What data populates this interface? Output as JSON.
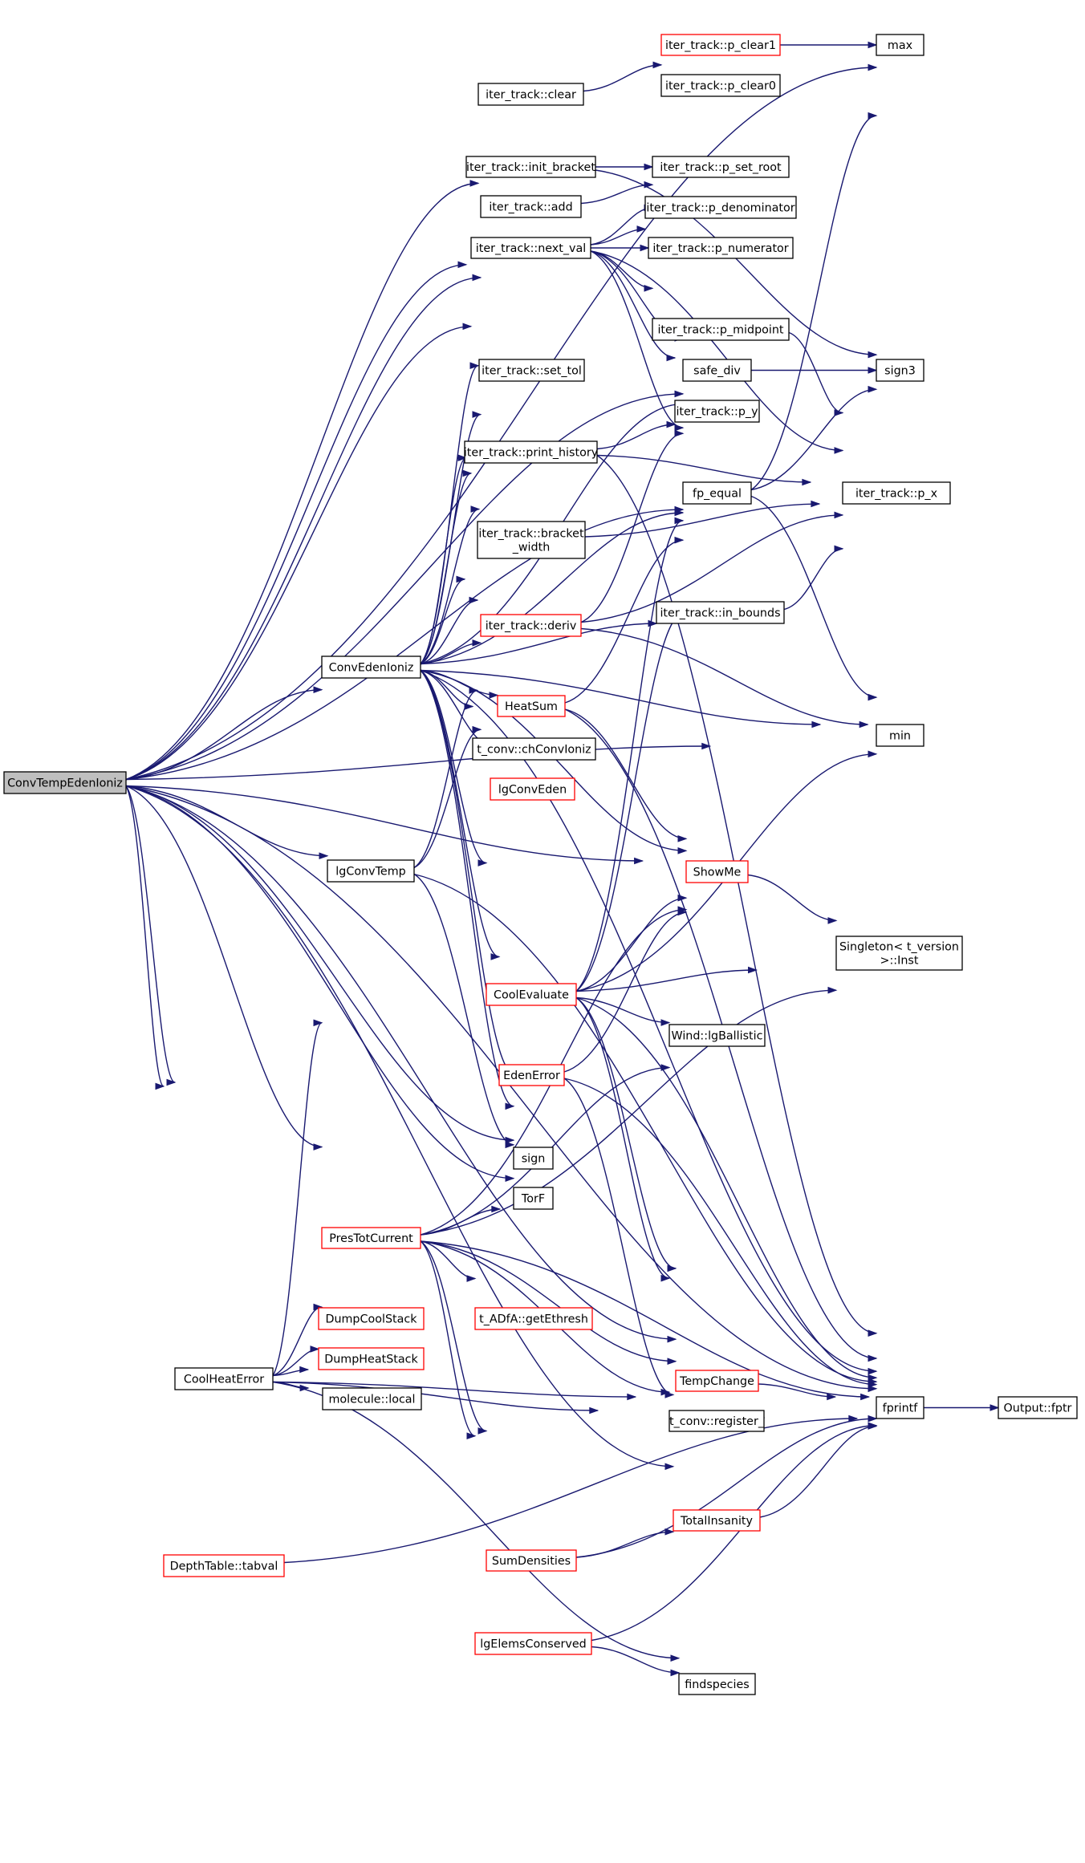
{
  "nodes": [
    {
      "id": "root",
      "label": "ConvTempEdenIoniz",
      "border": "black",
      "fill": "#bfbfbf"
    },
    {
      "id": "ConvEdenIoniz",
      "label": "ConvEdenIoniz",
      "border": "black",
      "fill": "#ffffff"
    },
    {
      "id": "lgConvTemp",
      "label": "lgConvTemp",
      "border": "black",
      "fill": "#ffffff"
    },
    {
      "id": "CoolHeatError",
      "label": "CoolHeatError",
      "border": "black",
      "fill": "#ffffff"
    },
    {
      "id": "PresTotCurrent",
      "label": "PresTotCurrent",
      "border": "red",
      "fill": "#ffffff"
    },
    {
      "id": "DepthTable_tabval",
      "label": "DepthTable::tabval",
      "border": "red",
      "fill": "#ffffff"
    },
    {
      "id": "iter_clear",
      "label": "iter_track::clear",
      "border": "black",
      "fill": "#ffffff"
    },
    {
      "id": "iter_init_bracket",
      "label": "iter_track::init_bracket",
      "border": "black",
      "fill": "#ffffff"
    },
    {
      "id": "iter_add",
      "label": "iter_track::add",
      "border": "black",
      "fill": "#ffffff"
    },
    {
      "id": "iter_next_val",
      "label": "iter_track::next_val",
      "border": "black",
      "fill": "#ffffff"
    },
    {
      "id": "iter_set_tol",
      "label": "iter_track::set_tol",
      "border": "black",
      "fill": "#ffffff"
    },
    {
      "id": "iter_print_history",
      "label": "iter_track::print_history",
      "border": "black",
      "fill": "#ffffff"
    },
    {
      "id": "iter_bracket_width",
      "label": "iter_track::bracket\n_width",
      "border": "black",
      "fill": "#ffffff"
    },
    {
      "id": "iter_deriv",
      "label": "iter_track::deriv",
      "border": "red",
      "fill": "#ffffff"
    },
    {
      "id": "HeatSum",
      "label": "HeatSum",
      "border": "red",
      "fill": "#ffffff"
    },
    {
      "id": "t_conv_chConvIoniz",
      "label": "t_conv::chConvIoniz",
      "border": "black",
      "fill": "#ffffff"
    },
    {
      "id": "lgConvEden",
      "label": "lgConvEden",
      "border": "red",
      "fill": "#ffffff"
    },
    {
      "id": "CoolEvaluate",
      "label": "CoolEvaluate",
      "border": "red",
      "fill": "#ffffff"
    },
    {
      "id": "EdenError",
      "label": "EdenError",
      "border": "red",
      "fill": "#ffffff"
    },
    {
      "id": "sign",
      "label": "sign",
      "border": "black",
      "fill": "#ffffff"
    },
    {
      "id": "TorF",
      "label": "TorF",
      "border": "black",
      "fill": "#ffffff"
    },
    {
      "id": "t_ADfA_getEthresh",
      "label": "t_ADfA::getEthresh",
      "border": "red",
      "fill": "#ffffff"
    },
    {
      "id": "SumDensities",
      "label": "SumDensities",
      "border": "red",
      "fill": "#ffffff"
    },
    {
      "id": "lgElemsConserved",
      "label": "lgElemsConserved",
      "border": "red",
      "fill": "#ffffff"
    },
    {
      "id": "DumpCoolStack",
      "label": "DumpCoolStack",
      "border": "red",
      "fill": "#ffffff"
    },
    {
      "id": "DumpHeatStack",
      "label": "DumpHeatStack",
      "border": "red",
      "fill": "#ffffff"
    },
    {
      "id": "molecule_local",
      "label": "molecule::local",
      "border": "black",
      "fill": "#ffffff"
    },
    {
      "id": "iter_p_clear1",
      "label": "iter_track::p_clear1",
      "border": "red",
      "fill": "#ffffff"
    },
    {
      "id": "iter_p_clear0",
      "label": "iter_track::p_clear0",
      "border": "black",
      "fill": "#ffffff"
    },
    {
      "id": "iter_p_set_root",
      "label": "iter_track::p_set_root",
      "border": "black",
      "fill": "#ffffff"
    },
    {
      "id": "iter_p_denominator",
      "label": "iter_track::p_denominator",
      "border": "black",
      "fill": "#ffffff"
    },
    {
      "id": "iter_p_numerator",
      "label": "iter_track::p_numerator",
      "border": "black",
      "fill": "#ffffff"
    },
    {
      "id": "iter_p_midpoint",
      "label": "iter_track::p_midpoint",
      "border": "black",
      "fill": "#ffffff"
    },
    {
      "id": "safe_div",
      "label": "safe_div",
      "border": "black",
      "fill": "#ffffff"
    },
    {
      "id": "iter_p_y",
      "label": "iter_track::p_y",
      "border": "black",
      "fill": "#ffffff"
    },
    {
      "id": "fp_equal",
      "label": "fp_equal",
      "border": "black",
      "fill": "#ffffff"
    },
    {
      "id": "iter_in_bounds",
      "label": "iter_track::in_bounds",
      "border": "black",
      "fill": "#ffffff"
    },
    {
      "id": "ShowMe",
      "label": "ShowMe",
      "border": "red",
      "fill": "#ffffff"
    },
    {
      "id": "Wind_lgBallistic",
      "label": "Wind::lgBallistic",
      "border": "black",
      "fill": "#ffffff"
    },
    {
      "id": "TempChange",
      "label": "TempChange",
      "border": "red",
      "fill": "#ffffff"
    },
    {
      "id": "t_conv_register",
      "label": "t_conv::register_",
      "border": "black",
      "fill": "#ffffff"
    },
    {
      "id": "TotalInsanity",
      "label": "TotalInsanity",
      "border": "red",
      "fill": "#ffffff"
    },
    {
      "id": "findspecies",
      "label": "findspecies",
      "border": "black",
      "fill": "#ffffff"
    },
    {
      "id": "max",
      "label": "max",
      "border": "black",
      "fill": "#ffffff"
    },
    {
      "id": "sign3",
      "label": "sign3",
      "border": "black",
      "fill": "#ffffff"
    },
    {
      "id": "iter_p_x",
      "label": "iter_track::p_x",
      "border": "black",
      "fill": "#ffffff"
    },
    {
      "id": "min",
      "label": "min",
      "border": "black",
      "fill": "#ffffff"
    },
    {
      "id": "Singleton_Inst",
      "label": "Singleton< t_version\n>::Inst",
      "border": "black",
      "fill": "#ffffff"
    },
    {
      "id": "fprintf",
      "label": "fprintf",
      "border": "black",
      "fill": "#ffffff"
    },
    {
      "id": "Output_fptr",
      "label": "Output::fptr",
      "border": "black",
      "fill": "#ffffff"
    }
  ],
  "edges": [
    [
      "root",
      "max"
    ],
    [
      "root",
      "iter_clear"
    ],
    [
      "root",
      "iter_init_bracket"
    ],
    [
      "root",
      "iter_add"
    ],
    [
      "root",
      "iter_next_val"
    ],
    [
      "root",
      "safe_div"
    ],
    [
      "root",
      "fp_equal"
    ],
    [
      "root",
      "ConvEdenIoniz"
    ],
    [
      "root",
      "min"
    ],
    [
      "root",
      "lgConvTemp"
    ],
    [
      "root",
      "ShowMe"
    ],
    [
      "root",
      "sign"
    ],
    [
      "root",
      "TorF"
    ],
    [
      "root",
      "PresTotCurrent"
    ],
    [
      "root",
      "TempChange"
    ],
    [
      "root",
      "CoolHeatError"
    ],
    [
      "root",
      "TotalInsanity"
    ],
    [
      "root",
      "fprintf"
    ],
    [
      "root",
      "DepthTable_tabval"
    ],
    [
      "ConvEdenIoniz",
      "iter_clear"
    ],
    [
      "ConvEdenIoniz",
      "iter_init_bracket"
    ],
    [
      "ConvEdenIoniz",
      "iter_add"
    ],
    [
      "ConvEdenIoniz",
      "iter_next_val"
    ],
    [
      "ConvEdenIoniz",
      "iter_set_tol"
    ],
    [
      "ConvEdenIoniz",
      "safe_div"
    ],
    [
      "ConvEdenIoniz",
      "iter_print_history"
    ],
    [
      "ConvEdenIoniz",
      "fp_equal"
    ],
    [
      "ConvEdenIoniz",
      "iter_bracket_width"
    ],
    [
      "ConvEdenIoniz",
      "iter_in_bounds"
    ],
    [
      "ConvEdenIoniz",
      "iter_deriv"
    ],
    [
      "ConvEdenIoniz",
      "HeatSum"
    ],
    [
      "ConvEdenIoniz",
      "min"
    ],
    [
      "ConvEdenIoniz",
      "t_conv_chConvIoniz"
    ],
    [
      "ConvEdenIoniz",
      "lgConvEden"
    ],
    [
      "ConvEdenIoniz",
      "ShowMe"
    ],
    [
      "ConvEdenIoniz",
      "CoolEvaluate"
    ],
    [
      "ConvEdenIoniz",
      "EdenError"
    ],
    [
      "ConvEdenIoniz",
      "sign"
    ],
    [
      "ConvEdenIoniz",
      "TorF"
    ],
    [
      "ConvEdenIoniz",
      "fprintf"
    ],
    [
      "lgConvTemp",
      "iter_bracket_width"
    ],
    [
      "lgConvTemp",
      "iter_deriv"
    ],
    [
      "lgConvTemp",
      "TorF"
    ],
    [
      "lgConvTemp",
      "fprintf"
    ],
    [
      "CoolHeatError",
      "ConvEdenIoniz"
    ],
    [
      "CoolHeatError",
      "PresTotCurrent"
    ],
    [
      "CoolHeatError",
      "DumpCoolStack"
    ],
    [
      "CoolHeatError",
      "DumpHeatStack"
    ],
    [
      "CoolHeatError",
      "molecule_local"
    ],
    [
      "CoolHeatError",
      "TempChange"
    ],
    [
      "CoolHeatError",
      "t_conv_register"
    ],
    [
      "CoolHeatError",
      "findspecies"
    ],
    [
      "CoolHeatError",
      "fprintf"
    ],
    [
      "PresTotCurrent",
      "TorF"
    ],
    [
      "PresTotCurrent",
      "Wind_lgBallistic"
    ],
    [
      "PresTotCurrent",
      "Singleton_Inst"
    ],
    [
      "PresTotCurrent",
      "t_ADfA_getEthresh"
    ],
    [
      "PresTotCurrent",
      "TempChange"
    ],
    [
      "PresTotCurrent",
      "SumDensities"
    ],
    [
      "PresTotCurrent",
      "lgElemsConserved"
    ],
    [
      "PresTotCurrent",
      "ShowMe"
    ],
    [
      "PresTotCurrent",
      "fprintf"
    ],
    [
      "PresTotCurrent",
      "t_conv_register"
    ],
    [
      "DepthTable_tabval",
      "fprintf"
    ],
    [
      "iter_clear",
      "iter_p_clear1"
    ],
    [
      "iter_clear",
      "iter_p_clear0"
    ],
    [
      "iter_p_clear1",
      "max"
    ],
    [
      "iter_init_bracket",
      "iter_p_set_root"
    ],
    [
      "iter_init_bracket",
      "sign3"
    ],
    [
      "iter_add",
      "iter_p_set_root"
    ],
    [
      "iter_next_val",
      "iter_p_set_root"
    ],
    [
      "iter_next_val",
      "iter_p_denominator"
    ],
    [
      "iter_next_val",
      "iter_p_numerator"
    ],
    [
      "iter_next_val",
      "iter_p_midpoint"
    ],
    [
      "iter_next_val",
      "safe_div"
    ],
    [
      "iter_next_val",
      "iter_p_y"
    ],
    [
      "iter_next_val",
      "fp_equal"
    ],
    [
      "iter_next_val",
      "iter_p_x"
    ],
    [
      "iter_p_midpoint",
      "iter_p_x"
    ],
    [
      "safe_div",
      "sign3"
    ],
    [
      "iter_print_history",
      "iter_p_y"
    ],
    [
      "iter_print_history",
      "iter_p_x"
    ],
    [
      "iter_print_history",
      "fprintf"
    ],
    [
      "fp_equal",
      "max"
    ],
    [
      "fp_equal",
      "sign3"
    ],
    [
      "fp_equal",
      "min"
    ],
    [
      "iter_bracket_width",
      "iter_p_x"
    ],
    [
      "iter_in_bounds",
      "iter_p_x"
    ],
    [
      "iter_deriv",
      "safe_div"
    ],
    [
      "iter_deriv",
      "iter_p_x"
    ],
    [
      "iter_deriv",
      "min"
    ],
    [
      "HeatSum",
      "fp_equal"
    ],
    [
      "HeatSum",
      "ShowMe"
    ],
    [
      "HeatSum",
      "fprintf"
    ],
    [
      "CoolEvaluate",
      "fp_equal"
    ],
    [
      "CoolEvaluate",
      "safe_div"
    ],
    [
      "CoolEvaluate",
      "min"
    ],
    [
      "CoolEvaluate",
      "ShowMe"
    ],
    [
      "CoolEvaluate",
      "Singleton_Inst"
    ],
    [
      "CoolEvaluate",
      "Wind_lgBallistic"
    ],
    [
      "CoolEvaluate",
      "TempChange"
    ],
    [
      "CoolEvaluate",
      "t_conv_register"
    ],
    [
      "CoolEvaluate",
      "fprintf"
    ],
    [
      "EdenError",
      "ShowMe"
    ],
    [
      "EdenError",
      "TotalInsanity"
    ],
    [
      "EdenError",
      "fprintf"
    ],
    [
      "ShowMe",
      "Singleton_Inst"
    ],
    [
      "TempChange",
      "fprintf"
    ],
    [
      "t_conv_register",
      "fprintf"
    ],
    [
      "SumDensities",
      "TotalInsanity"
    ],
    [
      "SumDensities",
      "fprintf"
    ],
    [
      "lgElemsConserved",
      "findspecies"
    ],
    [
      "lgElemsConserved",
      "fprintf"
    ],
    [
      "TotalInsanity",
      "fprintf"
    ],
    [
      "fprintf",
      "Output_fptr"
    ]
  ]
}
